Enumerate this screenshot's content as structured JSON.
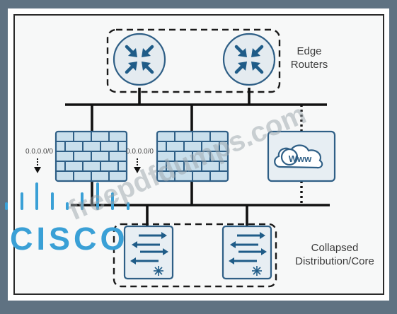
{
  "diagram": {
    "labels": {
      "edge": [
        "Edge",
        "Routers"
      ],
      "core": [
        "Collapsed",
        "Distribution/Core"
      ],
      "route_left": "0.0.0.0/0",
      "route_right": "0.0.0.0/0",
      "www": "Www"
    },
    "watermark": "freepdfdumps.com",
    "logo_text": "CISCO",
    "colors": {
      "frame": "#5f7282",
      "panel": "#f7f8f8",
      "device_fill": "#e7eef3",
      "device_stroke": "#2f5f86",
      "firewall_fill": "#c9dfec",
      "logo": "#3aa0d6",
      "line": "#111111"
    },
    "icons": [
      "router-icon",
      "firewall-icon",
      "www-cloud-icon",
      "layer3-switch-icon",
      "down-arrow-icon"
    ]
  }
}
